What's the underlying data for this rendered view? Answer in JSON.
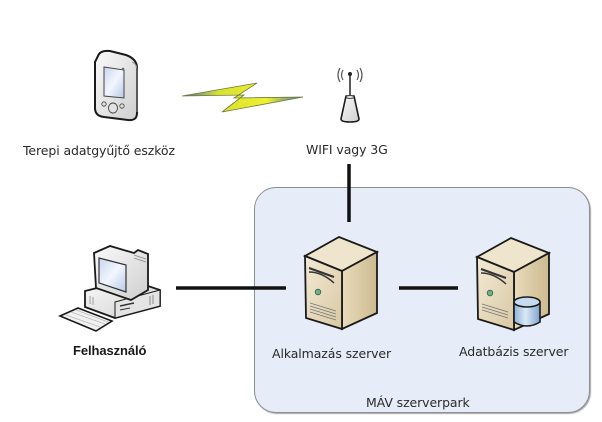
{
  "diagram": {
    "nodes": {
      "field_device": {
        "label": "Terepi adatgyűjtő eszköz",
        "icon": "pda-icon"
      },
      "wireless": {
        "label": "WIFI vagy 3G",
        "icon": "antenna-icon"
      },
      "user": {
        "label": "Felhasználó",
        "icon": "desktop-computer-icon"
      },
      "app_server": {
        "label": "Alkalmazás szerver",
        "icon": "server-icon"
      },
      "db_server": {
        "label": "Adatbázis szerver",
        "icon": "database-server-icon"
      }
    },
    "group": {
      "label": "MÁV szerverpark"
    },
    "links": [
      {
        "from": "field_device",
        "to": "wireless",
        "type": "wireless-lightning"
      },
      {
        "from": "wireless",
        "to": "app_server",
        "type": "wired"
      },
      {
        "from": "user",
        "to": "app_server",
        "type": "wired"
      },
      {
        "from": "app_server",
        "to": "db_server",
        "type": "wired"
      }
    ],
    "colors": {
      "group_fill": "#e6edf8",
      "group_border": "#8a8f96",
      "link": "#111111",
      "lightning": "#e8ec2a",
      "server_body": "#e8dcc0"
    }
  }
}
